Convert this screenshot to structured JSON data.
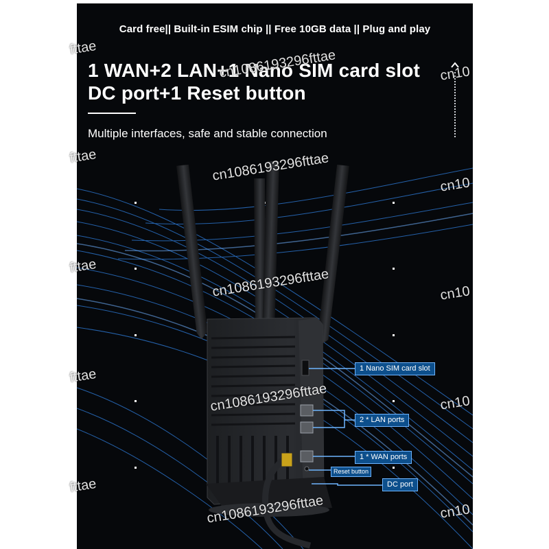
{
  "banner": {
    "top_line": "Card free|| Built-in ESIM chip || Free 10GB data || Plug and play",
    "headline_line1": "1 WAN+2 LAN+1 Nano SIM card slot",
    "headline_line2": "DC port+1 Reset button",
    "subtitle": "Multiple interfaces, safe and stable connection"
  },
  "callouts": [
    {
      "label": "1 Nano SIM card slot"
    },
    {
      "label": "2 * LAN ports"
    },
    {
      "label": "1 * WAN ports"
    },
    {
      "label": "Reset button"
    },
    {
      "label": "DC port"
    }
  ],
  "watermark": {
    "text": "cn1086193296fttae",
    "partial_left": "fttae",
    "partial_right": "cn10"
  },
  "colors": {
    "background": "#06080b",
    "accent_lines": "#2f7fe0",
    "callout_fill": "#0d4f8c",
    "callout_border": "#6fb5ff"
  },
  "icons": {
    "scroll_up": "chevron-up-icon"
  }
}
